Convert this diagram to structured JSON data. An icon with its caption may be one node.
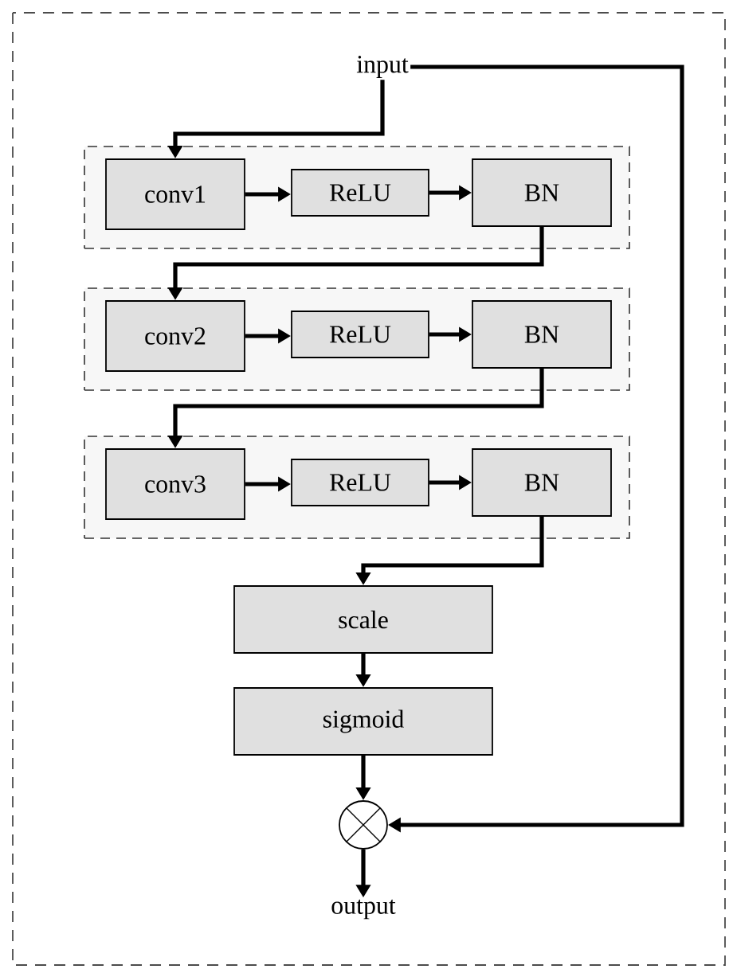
{
  "diagram": {
    "nodes": [
      {
        "text": [
          "input"
        ]
      },
      {
        "text": [],
        "shape": "box"
      },
      {
        "text": [
          "conv1"
        ],
        "in": 1
      },
      {
        "text": [
          "ReLU"
        ],
        "in": 1
      },
      {
        "text": [
          "BN"
        ],
        "in": 1
      },
      {
        "text": [],
        "shape": "box"
      },
      {
        "text": [
          "conv2"
        ],
        "in": 5
      },
      {
        "text": [
          "ReLU"
        ],
        "in": 5
      },
      {
        "text": [
          "BN"
        ],
        "in": 5
      },
      {
        "text": [],
        "shape": "box"
      },
      {
        "text": [
          "conv3"
        ],
        "in": 9
      },
      {
        "text": [
          "ReLU"
        ],
        "in": 9
      },
      {
        "text": [
          "BN"
        ],
        "in": 9
      },
      {
        "text": [
          "scale"
        ]
      },
      {
        "text": [
          "sigmoid"
        ]
      },
      {
        "text": [],
        "shape": "circle"
      },
      {
        "text": [
          "output"
        ]
      }
    ],
    "edges": [
      {
        "from": 0,
        "to": 2,
        "arrow": "to"
      },
      {
        "from": 2,
        "to": 3,
        "arrow": "to"
      },
      {
        "from": 3,
        "to": 4,
        "arrow": "to"
      },
      {
        "from": 4,
        "to": 6,
        "arrow": "to"
      },
      {
        "from": 6,
        "to": 7,
        "arrow": "to"
      },
      {
        "from": 7,
        "to": 8,
        "arrow": "to"
      },
      {
        "from": 8,
        "to": 10,
        "arrow": "to"
      },
      {
        "from": 10,
        "to": 11,
        "arrow": "to"
      },
      {
        "from": 11,
        "to": 12,
        "arrow": "to"
      },
      {
        "from": 12,
        "to": 13,
        "arrow": "to"
      },
      {
        "from": 13,
        "to": 14,
        "arrow": "to"
      },
      {
        "from": 14,
        "to": 15,
        "arrow": "to"
      },
      {
        "from": 0,
        "to": 15,
        "arrow": "to"
      },
      {
        "from": 15,
        "to": 16,
        "arrow": "to"
      }
    ]
  }
}
